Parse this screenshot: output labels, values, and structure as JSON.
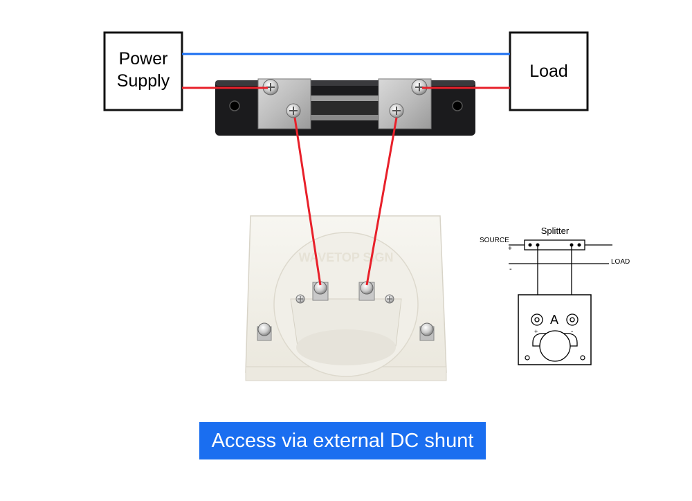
{
  "top_diagram": {
    "power_supply_label": "Power\nSupply",
    "load_label": "Load",
    "meter_watermark": "WAVETOP SIGN"
  },
  "schematic": {
    "splitter_label": "Splitter",
    "source_label": "SOURCE",
    "load_label": "LOAD",
    "plus_label": "+",
    "minus_label": "-",
    "ammeter_symbol": "A",
    "meter_plus": "+",
    "meter_minus": "-"
  },
  "caption": "Access via external DC shunt",
  "colors": {
    "positive_wire": "#e8202a",
    "negative_wire": "#1a6ef0",
    "caption_bg": "#1a6ef0",
    "shunt_base": "#1b1b1d",
    "meter_body": "#f3f1ea"
  }
}
